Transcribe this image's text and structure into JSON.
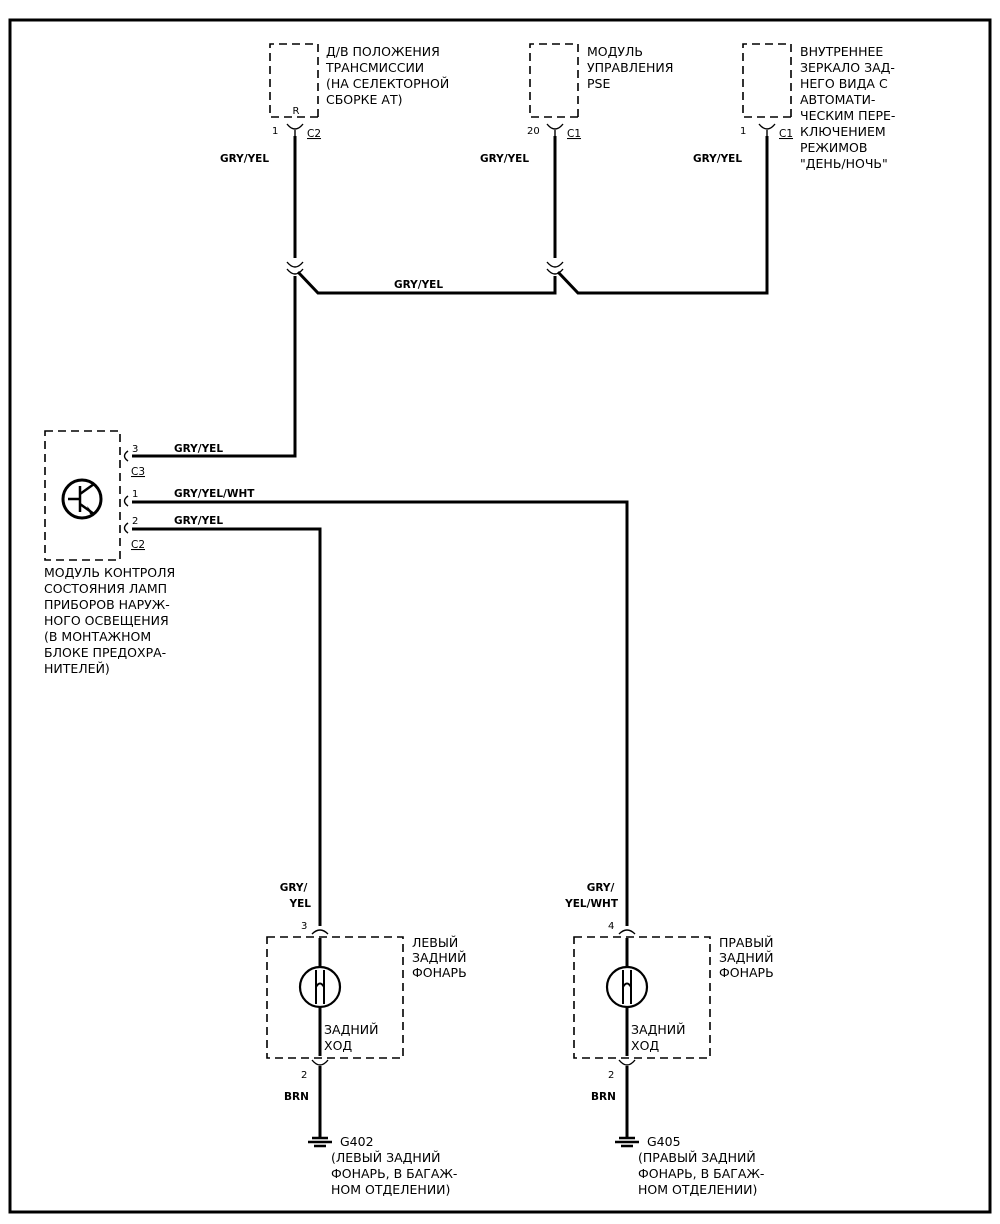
{
  "components": {
    "trans_sensor": {
      "label_lines": [
        "Д/В ПОЛОЖЕНИЯ",
        "ТРАНСМИССИИ",
        "(НА СЕЛЕКТОРНОЙ",
        "СБОРКЕ АТ)"
      ],
      "pin_letter": "R",
      "pin": "1",
      "connector": "C2",
      "wire": "GRY/YEL"
    },
    "pse_module": {
      "label_lines": [
        "МОДУЛЬ",
        "УПРАВЛЕНИЯ",
        "PSE"
      ],
      "pin": "20",
      "connector": "C1",
      "wire": "GRY/YEL"
    },
    "mirror": {
      "label_lines": [
        "ВНУТРЕННЕЕ",
        "ЗЕРКАЛО ЗАД-",
        "НЕГО ВИДА С",
        "АВТОМАТИ-",
        "ЧЕСКИМ ПЕРЕ-",
        "КЛЮЧЕНИЕМ",
        "РЕЖИМОВ",
        "\"ДЕНЬ/НОЧЬ\""
      ],
      "pin": "1",
      "connector": "C1",
      "wire": "GRY/YEL"
    },
    "splice_wire": "GRY/YEL",
    "lamp_module": {
      "label_lines": [
        "МОДУЛЬ КОНТРОЛЯ",
        "СОСТОЯНИЯ ЛАМП",
        "ПРИБОРОВ НАРУЖ-",
        "НОГО ОСВЕЩЕНИЯ",
        "(В МОНТАЖНОМ",
        "БЛОКЕ ПРЕДОХРА-",
        "НИТЕЛЕЙ)"
      ],
      "pins": [
        {
          "pin": "3",
          "wire": "GRY/YEL"
        },
        {
          "pin": "1",
          "wire": "GRY/YEL/WHT"
        },
        {
          "pin": "2",
          "wire": "GRY/YEL"
        }
      ],
      "connector_top": "C3",
      "connector_bottom": "C2"
    },
    "left_lamp": {
      "label_lines": [
        "ЛЕВЫЙ",
        "ЗАДНИЙ",
        "ФОНАРЬ"
      ],
      "bulb_label_lines": [
        "ЗАДНИЙ",
        "ХОД"
      ],
      "wire_in_lines": [
        "GRY/",
        "YEL"
      ],
      "pin_in": "3",
      "pin_out": "2",
      "wire_out": "BRN",
      "ground": "G402",
      "ground_desc_lines": [
        "(ЛЕВЫЙ ЗАДНИЙ",
        "ФОНАРЬ, В БАГАЖ-",
        "НОМ ОТДЕЛЕНИИ)"
      ]
    },
    "right_lamp": {
      "label_lines": [
        "ПРАВЫЙ",
        "ЗАДНИЙ",
        "ФОНАРЬ"
      ],
      "bulb_label_lines": [
        "ЗАДНИЙ",
        "ХОД"
      ],
      "wire_in_lines": [
        "GRY/",
        "YEL/WHT"
      ],
      "pin_in": "4",
      "pin_out": "2",
      "wire_out": "BRN",
      "ground": "G405",
      "ground_desc_lines": [
        "(ПРАВЫЙ ЗАДНИЙ",
        "ФОНАРЬ, В БАГАЖ-",
        "НОМ ОТДЕЛЕНИИ)"
      ]
    }
  }
}
